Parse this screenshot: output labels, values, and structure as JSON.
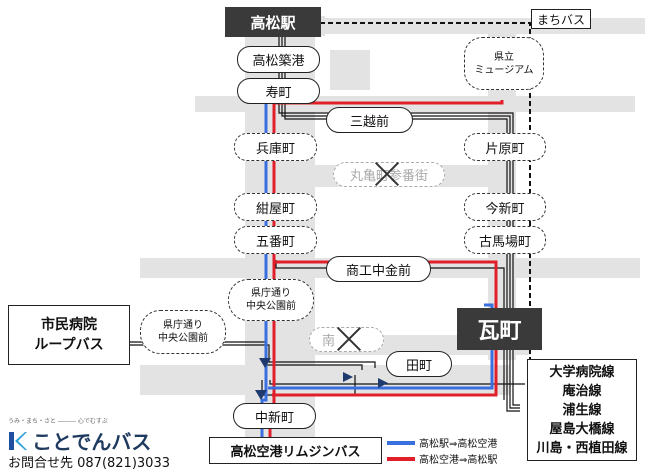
{
  "stations": {
    "takamatsu": "高松駅",
    "kawaramachi": "瓦町"
  },
  "stops": {
    "takamatsu_chikko": "高松築港",
    "kotobukicho": "寿町",
    "mitsukoshimae": "三越前",
    "hyogomachi": "兵庫町",
    "katahara": "片原町",
    "marugame": "丸亀町参番街",
    "konyamachi": "紺屋町",
    "imashinmachi": "今新町",
    "gobancho": "五番町",
    "furubaba": "古馬場町",
    "shoko_chukin": "商工中金前",
    "kencho_chuo_1": "県庁通り",
    "kencho_chuo_2": "中央公園前",
    "kencho_left_1": "県庁通り",
    "kencho_left_2": "中央公園前",
    "minami": "南",
    "tamachi": "田町",
    "nakashinmachi": "中新町",
    "museum_1": "県立",
    "museum_2": "ミュージアム"
  },
  "labels": {
    "machi_bus": "まちバス",
    "hospital_line_1": "市民病院",
    "hospital_line_2": "ループバス",
    "airport_bus": "高松空港リムジンバス",
    "lines": [
      "大学病院線",
      "庵治線",
      "浦生線",
      "屋島大橋線",
      "川島・西植田線"
    ]
  },
  "legend": [
    {
      "text": "高松駅⇒高松空港",
      "color": "#3a6fe0"
    },
    {
      "text": "高松空港⇒高松駅",
      "color": "#e11f2a"
    }
  ],
  "logo": {
    "tagline": "うみ・まち・さと ――― 心でむすぶ",
    "name": "ことでんバス"
  },
  "contact": "お問合せ先 087(821)3033",
  "colors": {
    "blue": "#3a6fe0",
    "red": "#e11f2a",
    "road": "#e3e3e3",
    "dark": "#3a3a3a"
  }
}
